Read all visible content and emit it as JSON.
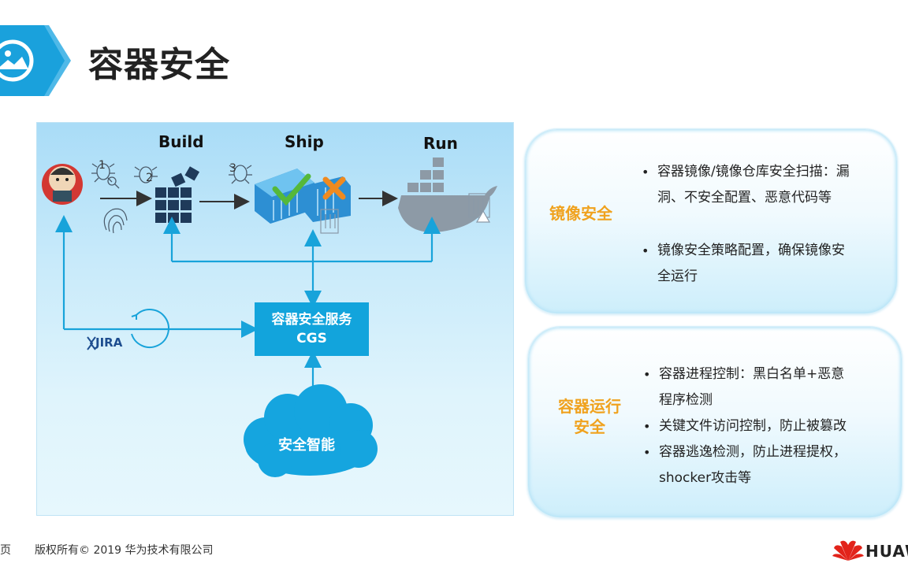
{
  "header": {
    "title": "容器安全"
  },
  "diagram": {
    "stages": [
      "Build",
      "Ship",
      "Run"
    ],
    "cgs_lines": [
      "容器安全服务",
      "CGS"
    ],
    "cloud_label": "安全智能",
    "jira_label": "JIRA",
    "step_numbers": [
      "1",
      "2",
      "3"
    ]
  },
  "cards": [
    {
      "title_lines": [
        "镜像安全"
      ],
      "bullets": [
        [
          "容器镜像/镜像仓库安全扫描：漏",
          "洞、不安全配置、恶意代码等"
        ],
        [
          "镜像安全策略配置，确保镜像安",
          "全运行"
        ]
      ]
    },
    {
      "title_lines": [
        "容器运行",
        "安全"
      ],
      "bullets": [
        [
          "容器进程控制：黑白名单+恶意",
          "程序检测"
        ],
        [
          "关键文件访问控制，防止被篡改"
        ],
        [
          "容器逃逸检测，防止进程提权，",
          "shocker攻击等"
        ]
      ]
    }
  ],
  "footer": {
    "page_fragment": "页",
    "copyright": "版权所有© 2019 华为技术有限公司",
    "brand": "HUAW"
  },
  "colors": {
    "accent_blue": "#12a4dc",
    "card_title_orange": "#f0a21e"
  }
}
